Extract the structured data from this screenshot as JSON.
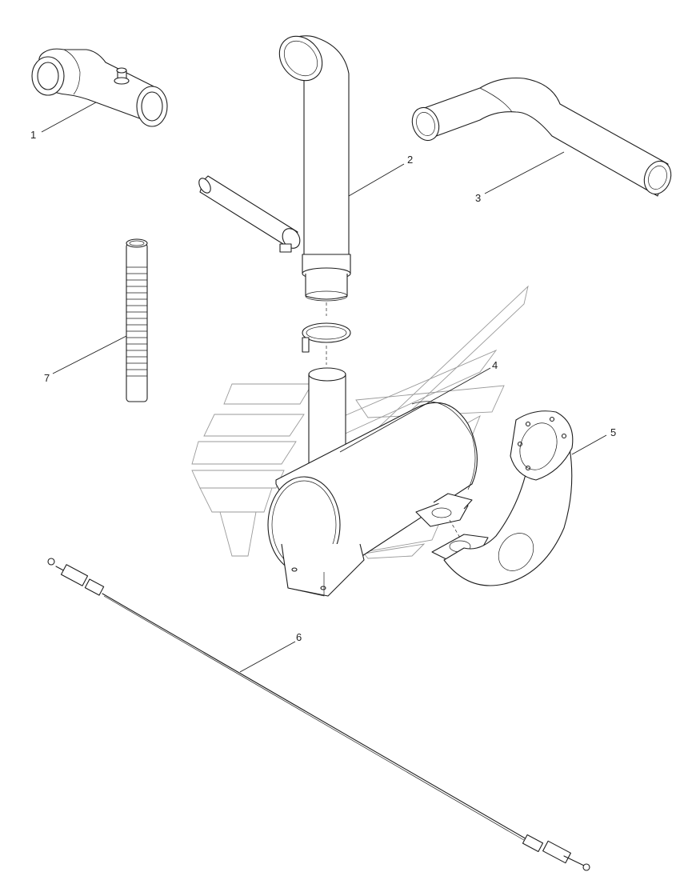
{
  "callouts": [
    {
      "id": "1",
      "text": "1"
    },
    {
      "id": "2",
      "text": "2"
    },
    {
      "id": "3",
      "text": "3"
    },
    {
      "id": "4",
      "text": "4"
    },
    {
      "id": "5",
      "text": "5"
    },
    {
      "id": "6",
      "text": "6"
    },
    {
      "id": "7",
      "text": "7"
    }
  ],
  "colors": {
    "line": "#1e1e1e",
    "watermark": "#9a9a9a",
    "background": "#ffffff"
  }
}
